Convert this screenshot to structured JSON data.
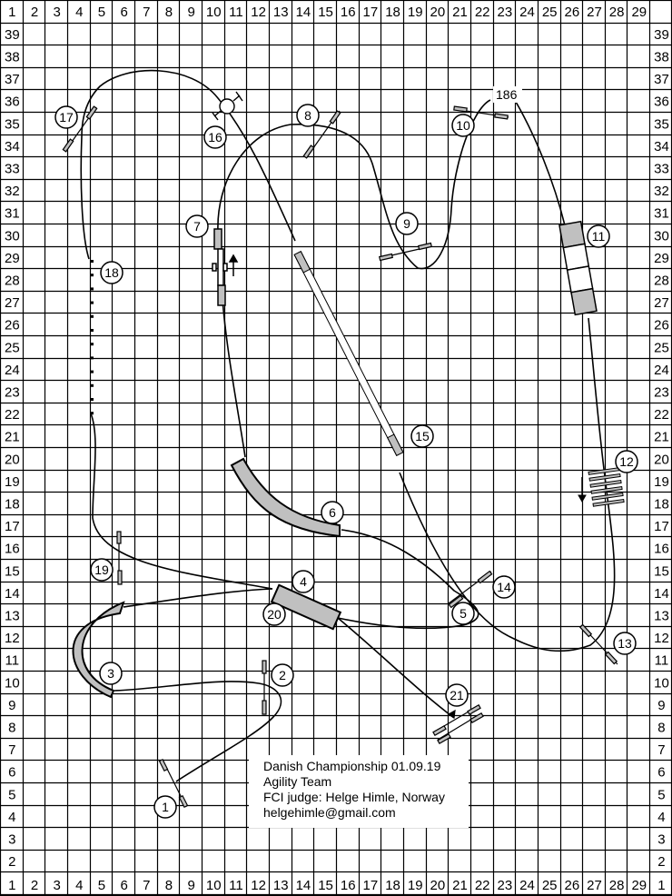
{
  "grid": {
    "columns": [
      "1",
      "2",
      "3",
      "4",
      "5",
      "6",
      "7",
      "8",
      "9",
      "10",
      "11",
      "12",
      "13",
      "14",
      "15",
      "16",
      "17",
      "18",
      "19",
      "20",
      "21",
      "22",
      "23",
      "24",
      "25",
      "26",
      "27",
      "28",
      "29"
    ],
    "rows": [
      "39",
      "38",
      "37",
      "36",
      "35",
      "34",
      "33",
      "32",
      "31",
      "30",
      "29",
      "28",
      "27",
      "26",
      "25",
      "24",
      "23",
      "22",
      "21",
      "20",
      "19",
      "18",
      "17",
      "16",
      "15",
      "14",
      "13",
      "12",
      "11",
      "10",
      "9",
      "8",
      "7",
      "6",
      "5",
      "4",
      "3",
      "2",
      "1"
    ],
    "cell_width": 24.66,
    "cell_height": 24.6,
    "line_color": "#000000"
  },
  "info": {
    "title": "Danish Championship 01.09.19",
    "class": "Agility Team",
    "judge": "FCI judge: Helge Himle, Norway",
    "email": "helgehimle@gmail.com"
  },
  "course": {
    "length_label": "186",
    "obstacle_fill": "#c0c0c0",
    "obstacles": [
      {
        "number": "1",
        "type": "jump"
      },
      {
        "number": "2",
        "type": "jump"
      },
      {
        "number": "3",
        "type": "tunnel"
      },
      {
        "number": "4",
        "type": "tunnel"
      },
      {
        "number": "5",
        "type": "jump"
      },
      {
        "number": "6",
        "type": "tunnel"
      },
      {
        "number": "7",
        "type": "wall-jump"
      },
      {
        "number": "8",
        "type": "jump"
      },
      {
        "number": "9",
        "type": "jump"
      },
      {
        "number": "10",
        "type": "jump"
      },
      {
        "number": "11",
        "type": "a-frame"
      },
      {
        "number": "12",
        "type": "weave-poles"
      },
      {
        "number": "13",
        "type": "jump"
      },
      {
        "number": "14",
        "type": "jump"
      },
      {
        "number": "15",
        "type": "dog-walk"
      },
      {
        "number": "16",
        "type": "tire"
      },
      {
        "number": "17",
        "type": "jump"
      },
      {
        "number": "18",
        "type": "long-jump"
      },
      {
        "number": "19",
        "type": "jump"
      },
      {
        "number": "20",
        "type": "tunnel"
      },
      {
        "number": "21",
        "type": "double-jump"
      }
    ]
  }
}
